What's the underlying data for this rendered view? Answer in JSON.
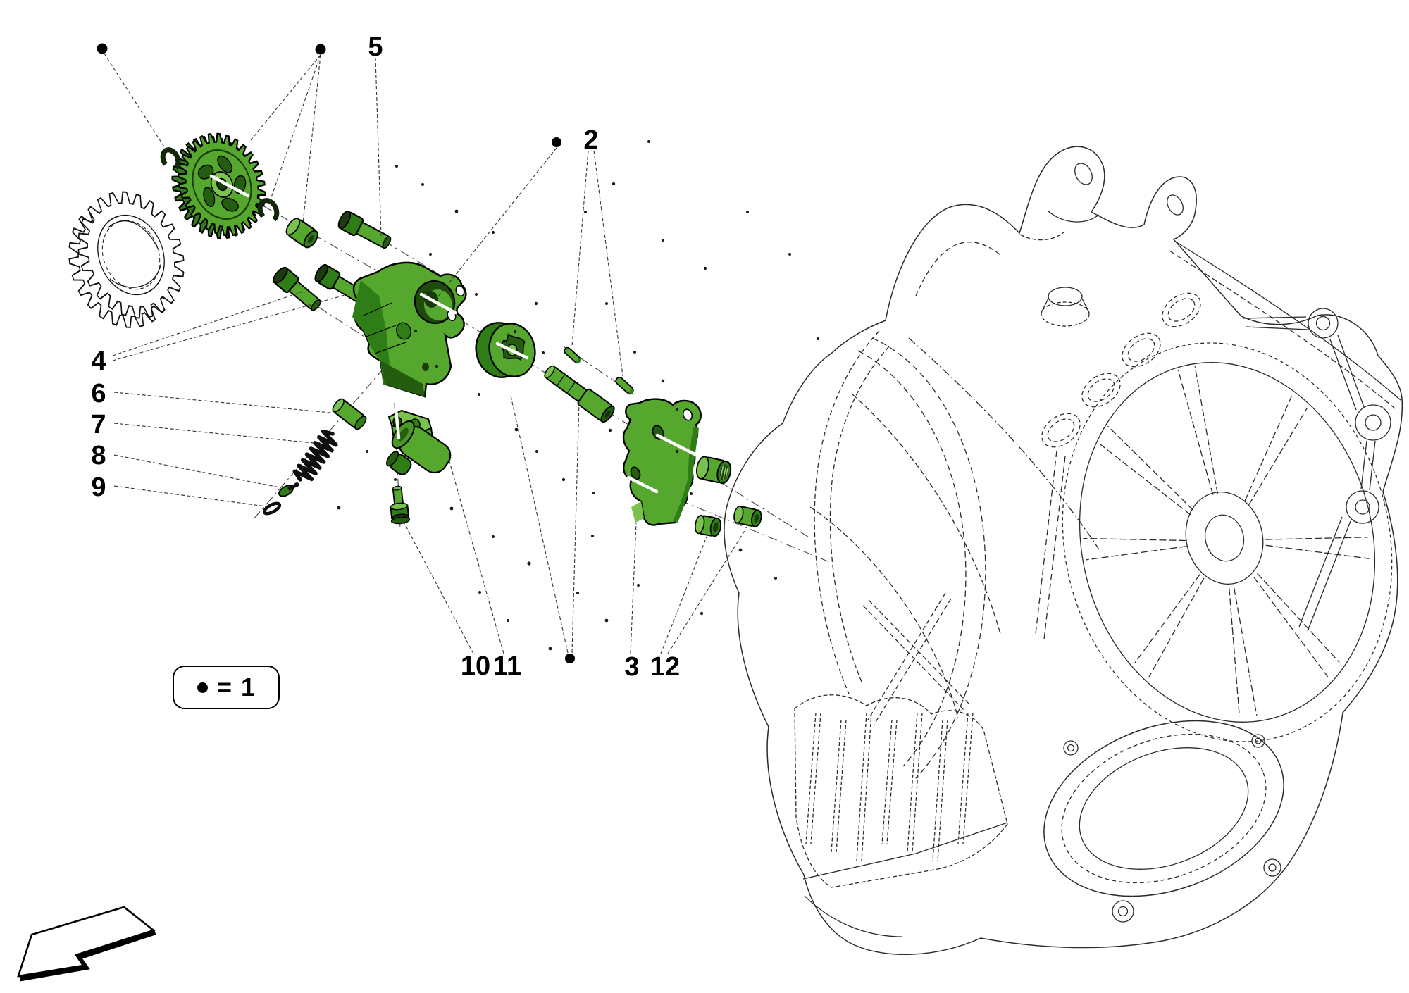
{
  "legend": {
    "bullet": "●",
    "equals": "=",
    "value": "1"
  },
  "callouts": [
    {
      "text": "5"
    },
    {
      "text": "2"
    },
    {
      "text": "4"
    },
    {
      "text": "6"
    },
    {
      "text": "7"
    },
    {
      "text": "8"
    },
    {
      "text": "9"
    },
    {
      "text": "10"
    },
    {
      "text": "11"
    },
    {
      "text": "3"
    },
    {
      "text": "12"
    }
  ],
  "colors": {
    "highlight": "#55a72e",
    "highlight_dark": "#2f7d16",
    "highlight_light": "#79c24d",
    "ink": "#000000",
    "line_art": "#2b2b2b",
    "background": "#ffffff"
  }
}
